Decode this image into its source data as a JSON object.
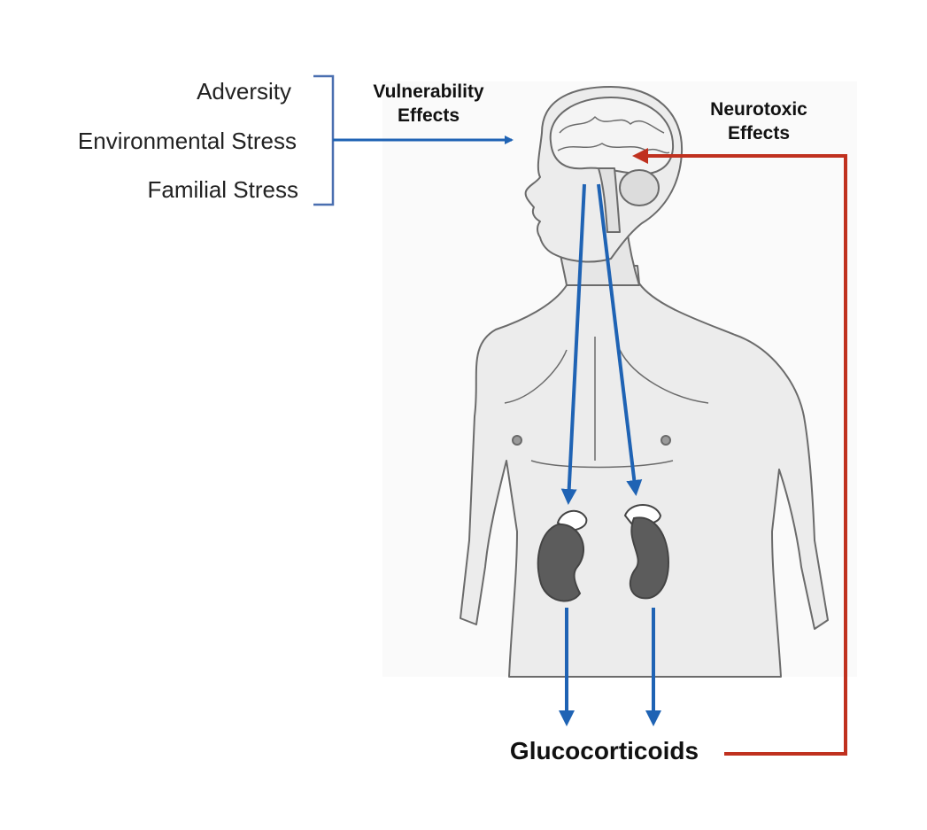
{
  "stressors": [
    "Adversity",
    "Environmental Stress",
    "Familial Stress"
  ],
  "labels": {
    "vulnerability": [
      "Vulnerability",
      "Effects"
    ],
    "neurotoxic": [
      "Neurotoxic",
      "Effects"
    ],
    "output": "Glucocorticoids"
  },
  "colors": {
    "arrow_blue": "#1f63b4",
    "arrow_red": "#c0311f",
    "bracket": "#4a6fb0",
    "sketch": "#6b6b6b",
    "skin": "#ececec",
    "kidney": "#5c5c5c"
  },
  "illustration": "pencil sketch of human upper body with brain, adrenal glands and kidneys"
}
